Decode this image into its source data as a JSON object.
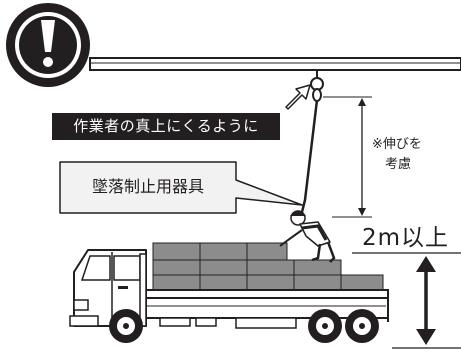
{
  "warning": {
    "icon": "exclamation-icon"
  },
  "labels": {
    "banner": "作業者の真上にくるように",
    "equipment": "墜落制止用器具",
    "stretch_line1": "※伸びを",
    "stretch_line2": "考慮",
    "height": "2m以上"
  },
  "colors": {
    "ink": "#231f20",
    "paper": "#ffffff",
    "load": "#8c8c8c",
    "load_dark": "#6e6e6e",
    "callout_fill": "#f2f2f2"
  }
}
